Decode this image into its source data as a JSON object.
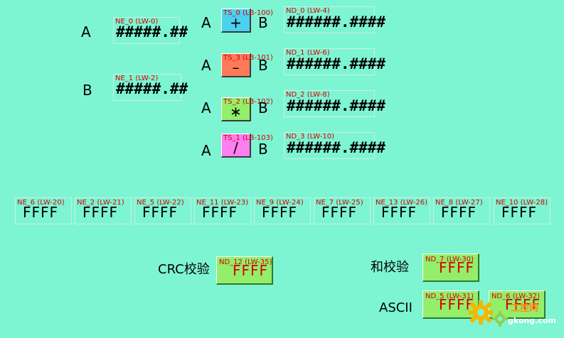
{
  "inputs": {
    "a": {
      "label": "A",
      "tag": "NE_0 (LW-0)",
      "value": "#####.##"
    },
    "b": {
      "label": "B",
      "tag": "NE_1 (LW-2)",
      "value": "#####.##"
    }
  },
  "ops": [
    {
      "a_label": "A",
      "b_label": "B",
      "symbol": "+",
      "tag": "TS_0 (LB-100)",
      "color": "#4cd0f0",
      "result": {
        "tag": "ND_0 (LW-4)",
        "value": "######.####"
      }
    },
    {
      "a_label": "A",
      "b_label": "B",
      "symbol": "–",
      "tag": "TS_3 (LB-101)",
      "color": "#ff7a5a",
      "result": {
        "tag": "ND_1 (LW-6)",
        "value": "######.####"
      }
    },
    {
      "a_label": "A",
      "b_label": "B",
      "symbol": "∗",
      "tag": "TS_2 (LB-102)",
      "color": "#93ee6a",
      "result": {
        "tag": "ND_2 (LW-8)",
        "value": "######.####"
      }
    },
    {
      "a_label": "A",
      "b_label": "B",
      "symbol": "/",
      "tag": "TS_1 (LB-103)",
      "color": "#ff7ef0",
      "result": {
        "tag": "ND_3 (LW-10)",
        "value": "######.####"
      }
    }
  ],
  "hex_row": [
    {
      "tag": "NE_6 (LW-20)",
      "value": "FFFF"
    },
    {
      "tag": "NE_2 (LW-21)",
      "value": "FFFF"
    },
    {
      "tag": "NE_5 (LW-22)",
      "value": "FFFF"
    },
    {
      "tag": "NE_11 (LW-23)",
      "value": "FFFF"
    },
    {
      "tag": "NE_9 (LW-24)",
      "value": "FFFF"
    },
    {
      "tag": "NE_7 (LW-25)",
      "value": "FFFF"
    },
    {
      "tag": "NE_13 (LW-26)",
      "value": "FFFF"
    },
    {
      "tag": "NE_8 (LW-27)",
      "value": "FFFF"
    },
    {
      "tag": "NE_10 (LW-28)",
      "value": "FFFF"
    }
  ],
  "checks": {
    "crc": {
      "label": "CRC校验",
      "tag": "ND_12 (LW-35)",
      "value": "FFFF"
    },
    "sum": {
      "label": "和校验",
      "tag": "ND_7 (LW-30)",
      "value": "FFFF"
    },
    "ascii": {
      "label": "ASCII",
      "tag": "ND_5 (LW-31)",
      "value": "FFFF",
      "tag2": "ND_6 (LW-32)",
      "value2": "FFFF"
    }
  },
  "watermark": {
    "text": "工控网",
    "url": "gkong.com",
    "icon": "gear-icon"
  }
}
